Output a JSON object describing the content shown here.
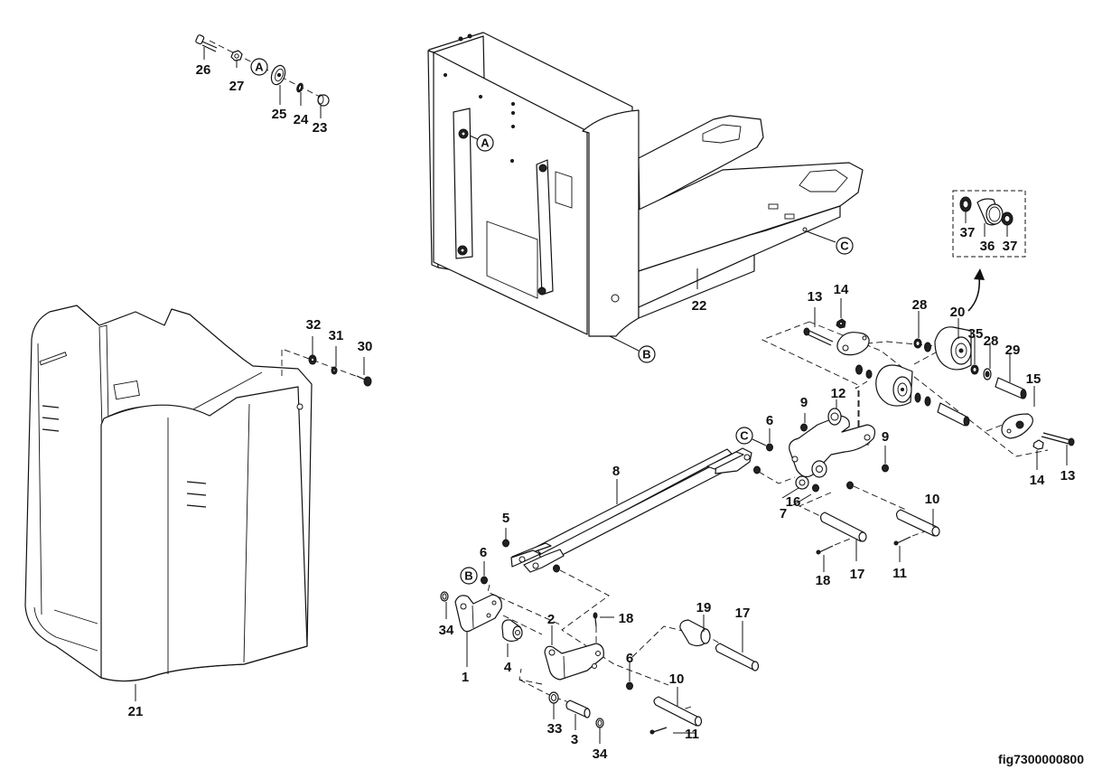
{
  "figure": {
    "id": "fig7300000800",
    "subject": "Pallet truck frame, fork and linkage exploded view"
  },
  "parts": [
    {
      "no": "1"
    },
    {
      "no": "2"
    },
    {
      "no": "3"
    },
    {
      "no": "4"
    },
    {
      "no": "5"
    },
    {
      "no": "6"
    },
    {
      "no": "7"
    },
    {
      "no": "8"
    },
    {
      "no": "9"
    },
    {
      "no": "10"
    },
    {
      "no": "11"
    },
    {
      "no": "12"
    },
    {
      "no": "13"
    },
    {
      "no": "14"
    },
    {
      "no": "15"
    },
    {
      "no": "16"
    },
    {
      "no": "17"
    },
    {
      "no": "18"
    },
    {
      "no": "19"
    },
    {
      "no": "20"
    },
    {
      "no": "21"
    },
    {
      "no": "22"
    },
    {
      "no": "23"
    },
    {
      "no": "24"
    },
    {
      "no": "25"
    },
    {
      "no": "26"
    },
    {
      "no": "27"
    },
    {
      "no": "28"
    },
    {
      "no": "29"
    },
    {
      "no": "30"
    },
    {
      "no": "31"
    },
    {
      "no": "32"
    },
    {
      "no": "33"
    },
    {
      "no": "34"
    },
    {
      "no": "35"
    },
    {
      "no": "36"
    },
    {
      "no": "37"
    }
  ],
  "labels": {
    "l26": "26",
    "l27": "27",
    "l25": "25",
    "l24": "24",
    "l23": "23",
    "l32": "32",
    "l31": "31",
    "l30": "30",
    "l21": "21",
    "l22": "22",
    "l37a": "37",
    "l36": "36",
    "l37b": "37",
    "l13a": "13",
    "l14a": "14",
    "l28a": "28",
    "l20": "20",
    "l35": "35",
    "l28b": "28",
    "l29": "29",
    "l15": "15",
    "l13b": "13",
    "l14b": "14",
    "l9a": "9",
    "l12": "12",
    "l6a": "6",
    "l9b": "9",
    "l16": "16",
    "l7": "7",
    "l10a": "10",
    "l17a": "17",
    "l18a": "18",
    "l11a": "11",
    "l8": "8",
    "l5": "5",
    "l6b": "6",
    "l34a": "34",
    "l1": "1",
    "l4": "4",
    "l2": "2",
    "l18b": "18",
    "l19": "19",
    "l17b": "17",
    "l6c": "6",
    "l10b": "10",
    "l11b": "11",
    "l33": "33",
    "l3": "3",
    "l34b": "34"
  },
  "references": {
    "A": "A",
    "B": "B",
    "C": "C"
  }
}
